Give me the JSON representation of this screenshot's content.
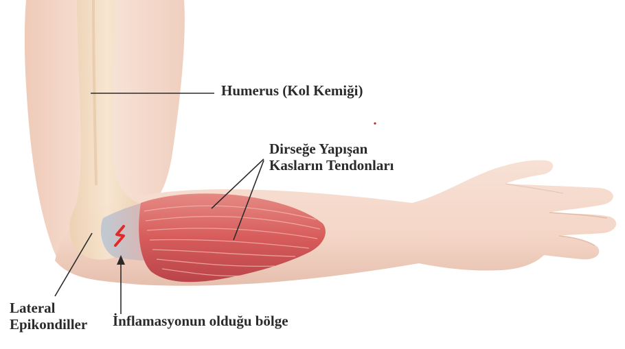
{
  "labels": {
    "humerus": "Humerus (Kol Kemiği)",
    "tendons_line1": "Dirseğe Yapışan",
    "tendons_line2": "Kasların Tendonları",
    "lateral_line1": "Lateral",
    "lateral_line2": "Epikondiller",
    "inflammation": "İnflamasyonun olduğu bölge"
  },
  "colors": {
    "skin": "#f6ddd0",
    "skin_shadow": "#e9c3b0",
    "bone": "#f3dcc0",
    "muscle": "#d9605e",
    "muscle_dark": "#b8434a",
    "tendon": "#c9d3dc",
    "inflammation_mark": "#e02a2a",
    "leader_line": "#2a2a2a"
  }
}
